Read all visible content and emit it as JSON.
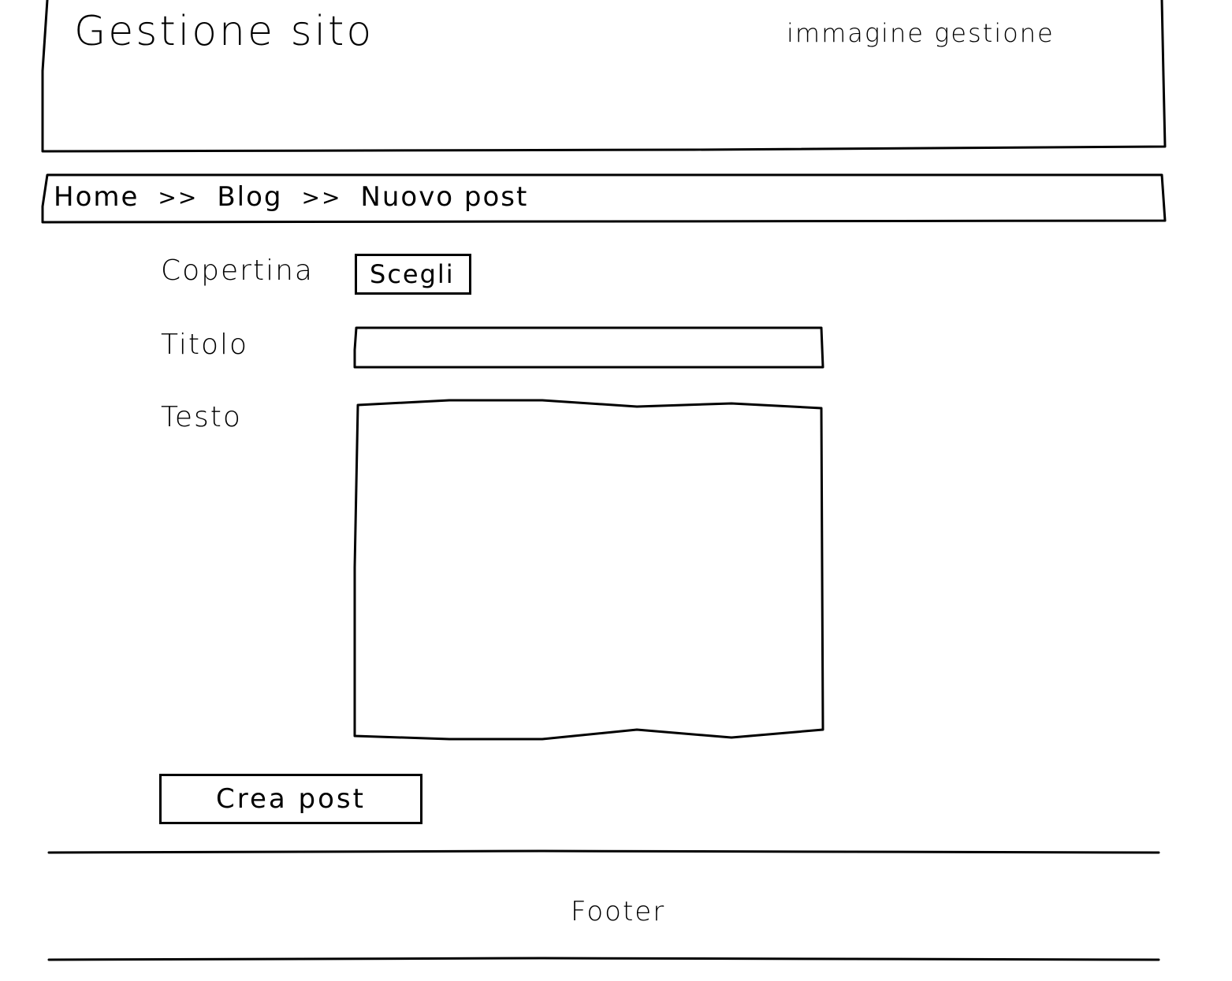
{
  "header": {
    "title": "Gestione sito",
    "image_label": "immagine gestione"
  },
  "breadcrumb": {
    "items": [
      "Home",
      "Blog",
      "Nuovo post"
    ],
    "separator": ">>"
  },
  "form": {
    "cover_label": "Copertina",
    "cover_button_label": "Scegli",
    "title_label": "Titolo",
    "title_value": "",
    "text_label": "Testo",
    "text_value": "",
    "submit_label": "Crea post"
  },
  "footer": {
    "text": "Footer"
  },
  "colors": {
    "stroke": "#000000",
    "background": "#ffffff"
  }
}
